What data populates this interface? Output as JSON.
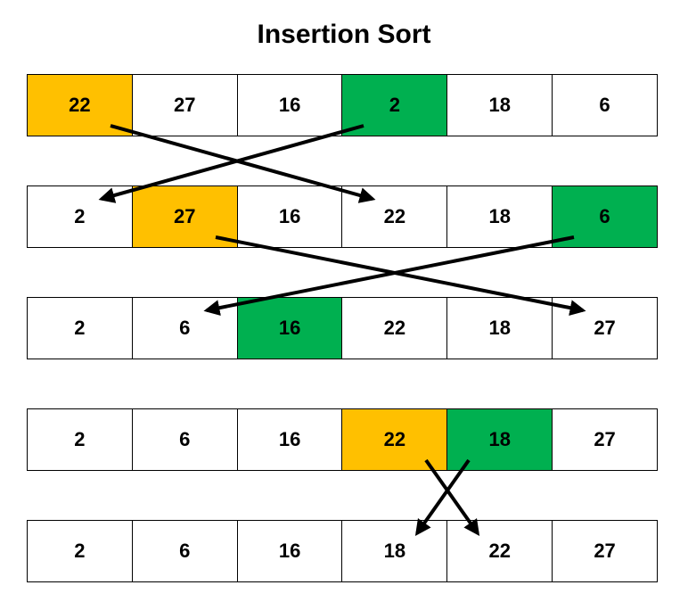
{
  "title": "Insertion Sort",
  "colors": {
    "key": "#FFC000",
    "swap": "#00B050",
    "arrow": "#000000"
  },
  "rows": [
    {
      "cells": [
        "22",
        "27",
        "16",
        "2",
        "18",
        "6"
      ],
      "key_index": 0,
      "swap_index": 3,
      "moves": [
        [
          0,
          3
        ],
        [
          3,
          0
        ]
      ]
    },
    {
      "cells": [
        "2",
        "27",
        "16",
        "22",
        "18",
        "6"
      ],
      "key_index": 1,
      "swap_index": 5,
      "moves": [
        [
          1,
          5
        ],
        [
          5,
          1
        ]
      ]
    },
    {
      "cells": [
        "2",
        "6",
        "16",
        "22",
        "18",
        "27"
      ],
      "key_index": null,
      "swap_index": 2,
      "moves": []
    },
    {
      "cells": [
        "2",
        "6",
        "16",
        "22",
        "18",
        "27"
      ],
      "key_index": 3,
      "swap_index": 4,
      "moves": [
        [
          3,
          4
        ],
        [
          4,
          3
        ]
      ]
    },
    {
      "cells": [
        "2",
        "6",
        "16",
        "18",
        "22",
        "27"
      ],
      "key_index": null,
      "swap_index": null,
      "moves": []
    }
  ]
}
